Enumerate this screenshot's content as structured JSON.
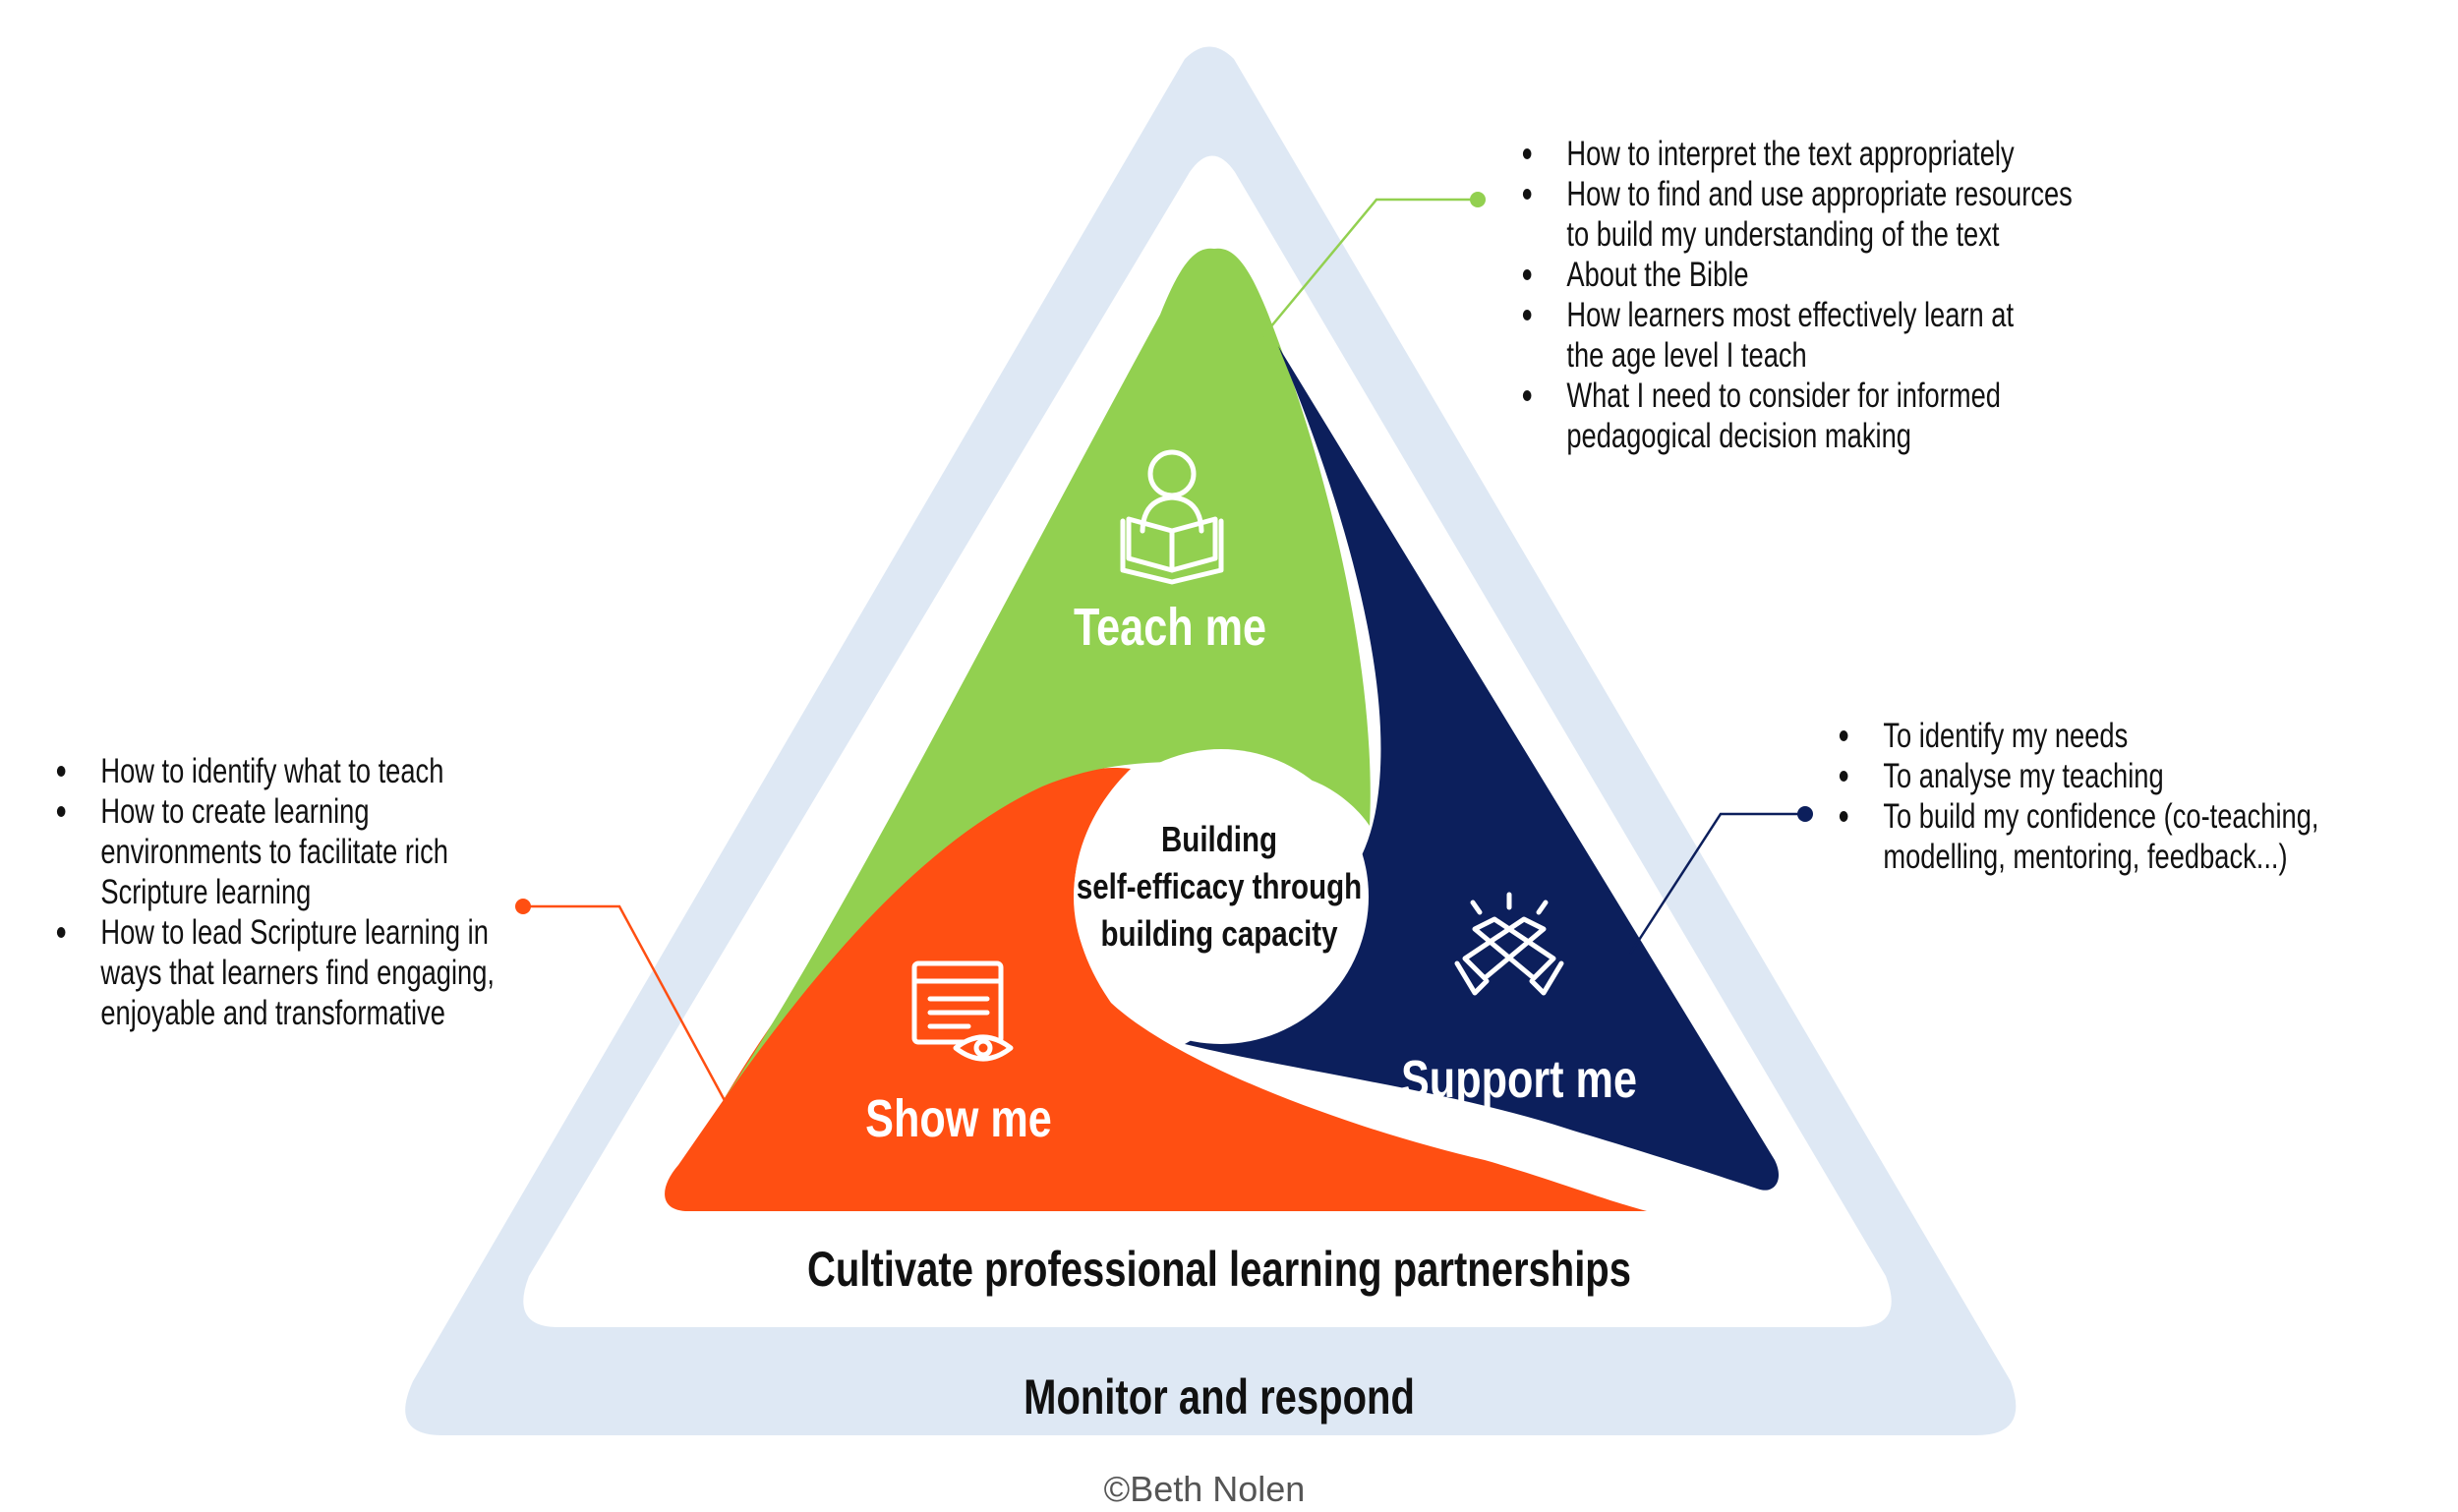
{
  "center_text": {
    "line1": "Building",
    "line2": "self-efficacy through",
    "line3": "building capacity"
  },
  "segments": {
    "teach": {
      "label": "Teach me",
      "color": "#92D050",
      "icon": "person-reading-book-icon"
    },
    "support": {
      "label": "Support me",
      "color": "#0C1F5C",
      "icon": "handshake-clasp-icon"
    },
    "show": {
      "label": "Show me",
      "color": "#FF4F12",
      "icon": "document-with-eye-icon"
    }
  },
  "bands": {
    "inner": {
      "label": "Cultivate professional learning partnerships",
      "color": "#FFFFFF"
    },
    "outer": {
      "label": "Monitor and respond",
      "color": "#DEE8F4"
    }
  },
  "callouts": {
    "teach": [
      "How to interpret the text appropriately",
      "How to find and use appropriate resources\nto build my understanding of the text",
      "About the Bible",
      "How learners most effectively learn at\nthe age level I teach",
      "What I need to consider for informed\npedagogical decision making"
    ],
    "support": [
      "To identify my needs",
      "To analyse my teaching",
      "To build my confidence (co-teaching,\nmodelling, mentoring, feedback...)"
    ],
    "show": [
      "How to identify what to teach",
      "How to create learning\nenvironments to facilitate rich\nScripture learning",
      "How to lead Scripture learning in\nways that learners find engaging,\nenjoyable and transformative"
    ]
  },
  "copyright": "©Beth Nolen"
}
